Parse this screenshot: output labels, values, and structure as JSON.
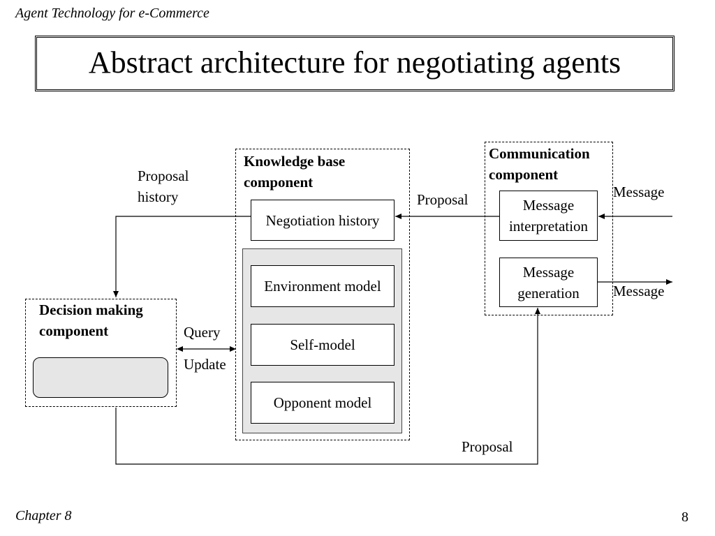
{
  "header": {
    "text": "Agent Technology for e-Commerce"
  },
  "title": "Abstract architecture for negotiating agents",
  "knowledge_base": {
    "label_line1": "Knowledge base",
    "label_line2": "component",
    "negotiation_history": "Negotiation history",
    "environment_model": "Environment model",
    "self_model": "Self-model",
    "opponent_model": "Opponent model"
  },
  "communication": {
    "label_line1": "Communication",
    "label_line2": "component",
    "interpretation_line1": "Message",
    "interpretation_line2": "interpretation",
    "generation_line1": "Message",
    "generation_line2": "generation"
  },
  "decision": {
    "label_line1": "Decision making",
    "label_line2": "component"
  },
  "edge_labels": {
    "proposal_history_line1": "Proposal",
    "proposal_history_line2": "history",
    "proposal_in": "Proposal",
    "proposal_out": "Proposal",
    "message_in": "Message",
    "message_out": "Message",
    "query": "Query",
    "update": "Update"
  },
  "footer": {
    "chapter": "Chapter 8",
    "page": "8"
  }
}
